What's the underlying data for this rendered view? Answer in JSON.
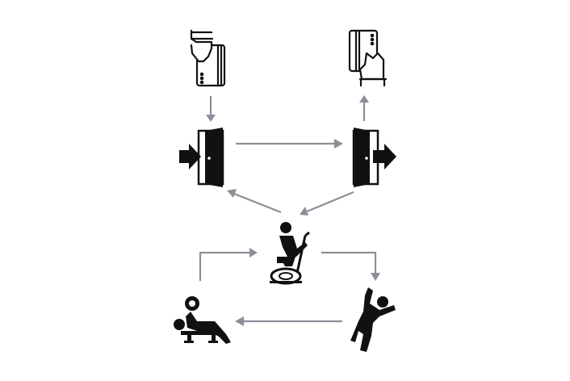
{
  "diagram": {
    "nodes": [
      {
        "id": "card-insert",
        "icon": "hand-card-insert-icon"
      },
      {
        "id": "card-remove",
        "icon": "hand-card-remove-icon"
      },
      {
        "id": "door-enter",
        "icon": "door-enter-icon"
      },
      {
        "id": "door-exit",
        "icon": "door-exit-icon"
      },
      {
        "id": "exercise-bike",
        "icon": "exercise-bike-icon"
      },
      {
        "id": "bench-press",
        "icon": "bench-press-icon"
      },
      {
        "id": "stretching",
        "icon": "stretching-person-icon"
      }
    ],
    "edges": [
      {
        "from": "card-insert",
        "to": "door-enter"
      },
      {
        "from": "door-enter",
        "to": "door-exit"
      },
      {
        "from": "door-exit",
        "to": "card-remove"
      },
      {
        "from": "exercise-bike",
        "to": "door-enter"
      },
      {
        "from": "door-exit",
        "to": "exercise-bike"
      },
      {
        "from": "bench-press",
        "to": "exercise-bike"
      },
      {
        "from": "exercise-bike",
        "to": "stretching"
      },
      {
        "from": "stretching",
        "to": "bench-press"
      }
    ],
    "colors": {
      "icon": "#111111",
      "arrow": "#8e8e98",
      "background": "#ffffff"
    }
  }
}
